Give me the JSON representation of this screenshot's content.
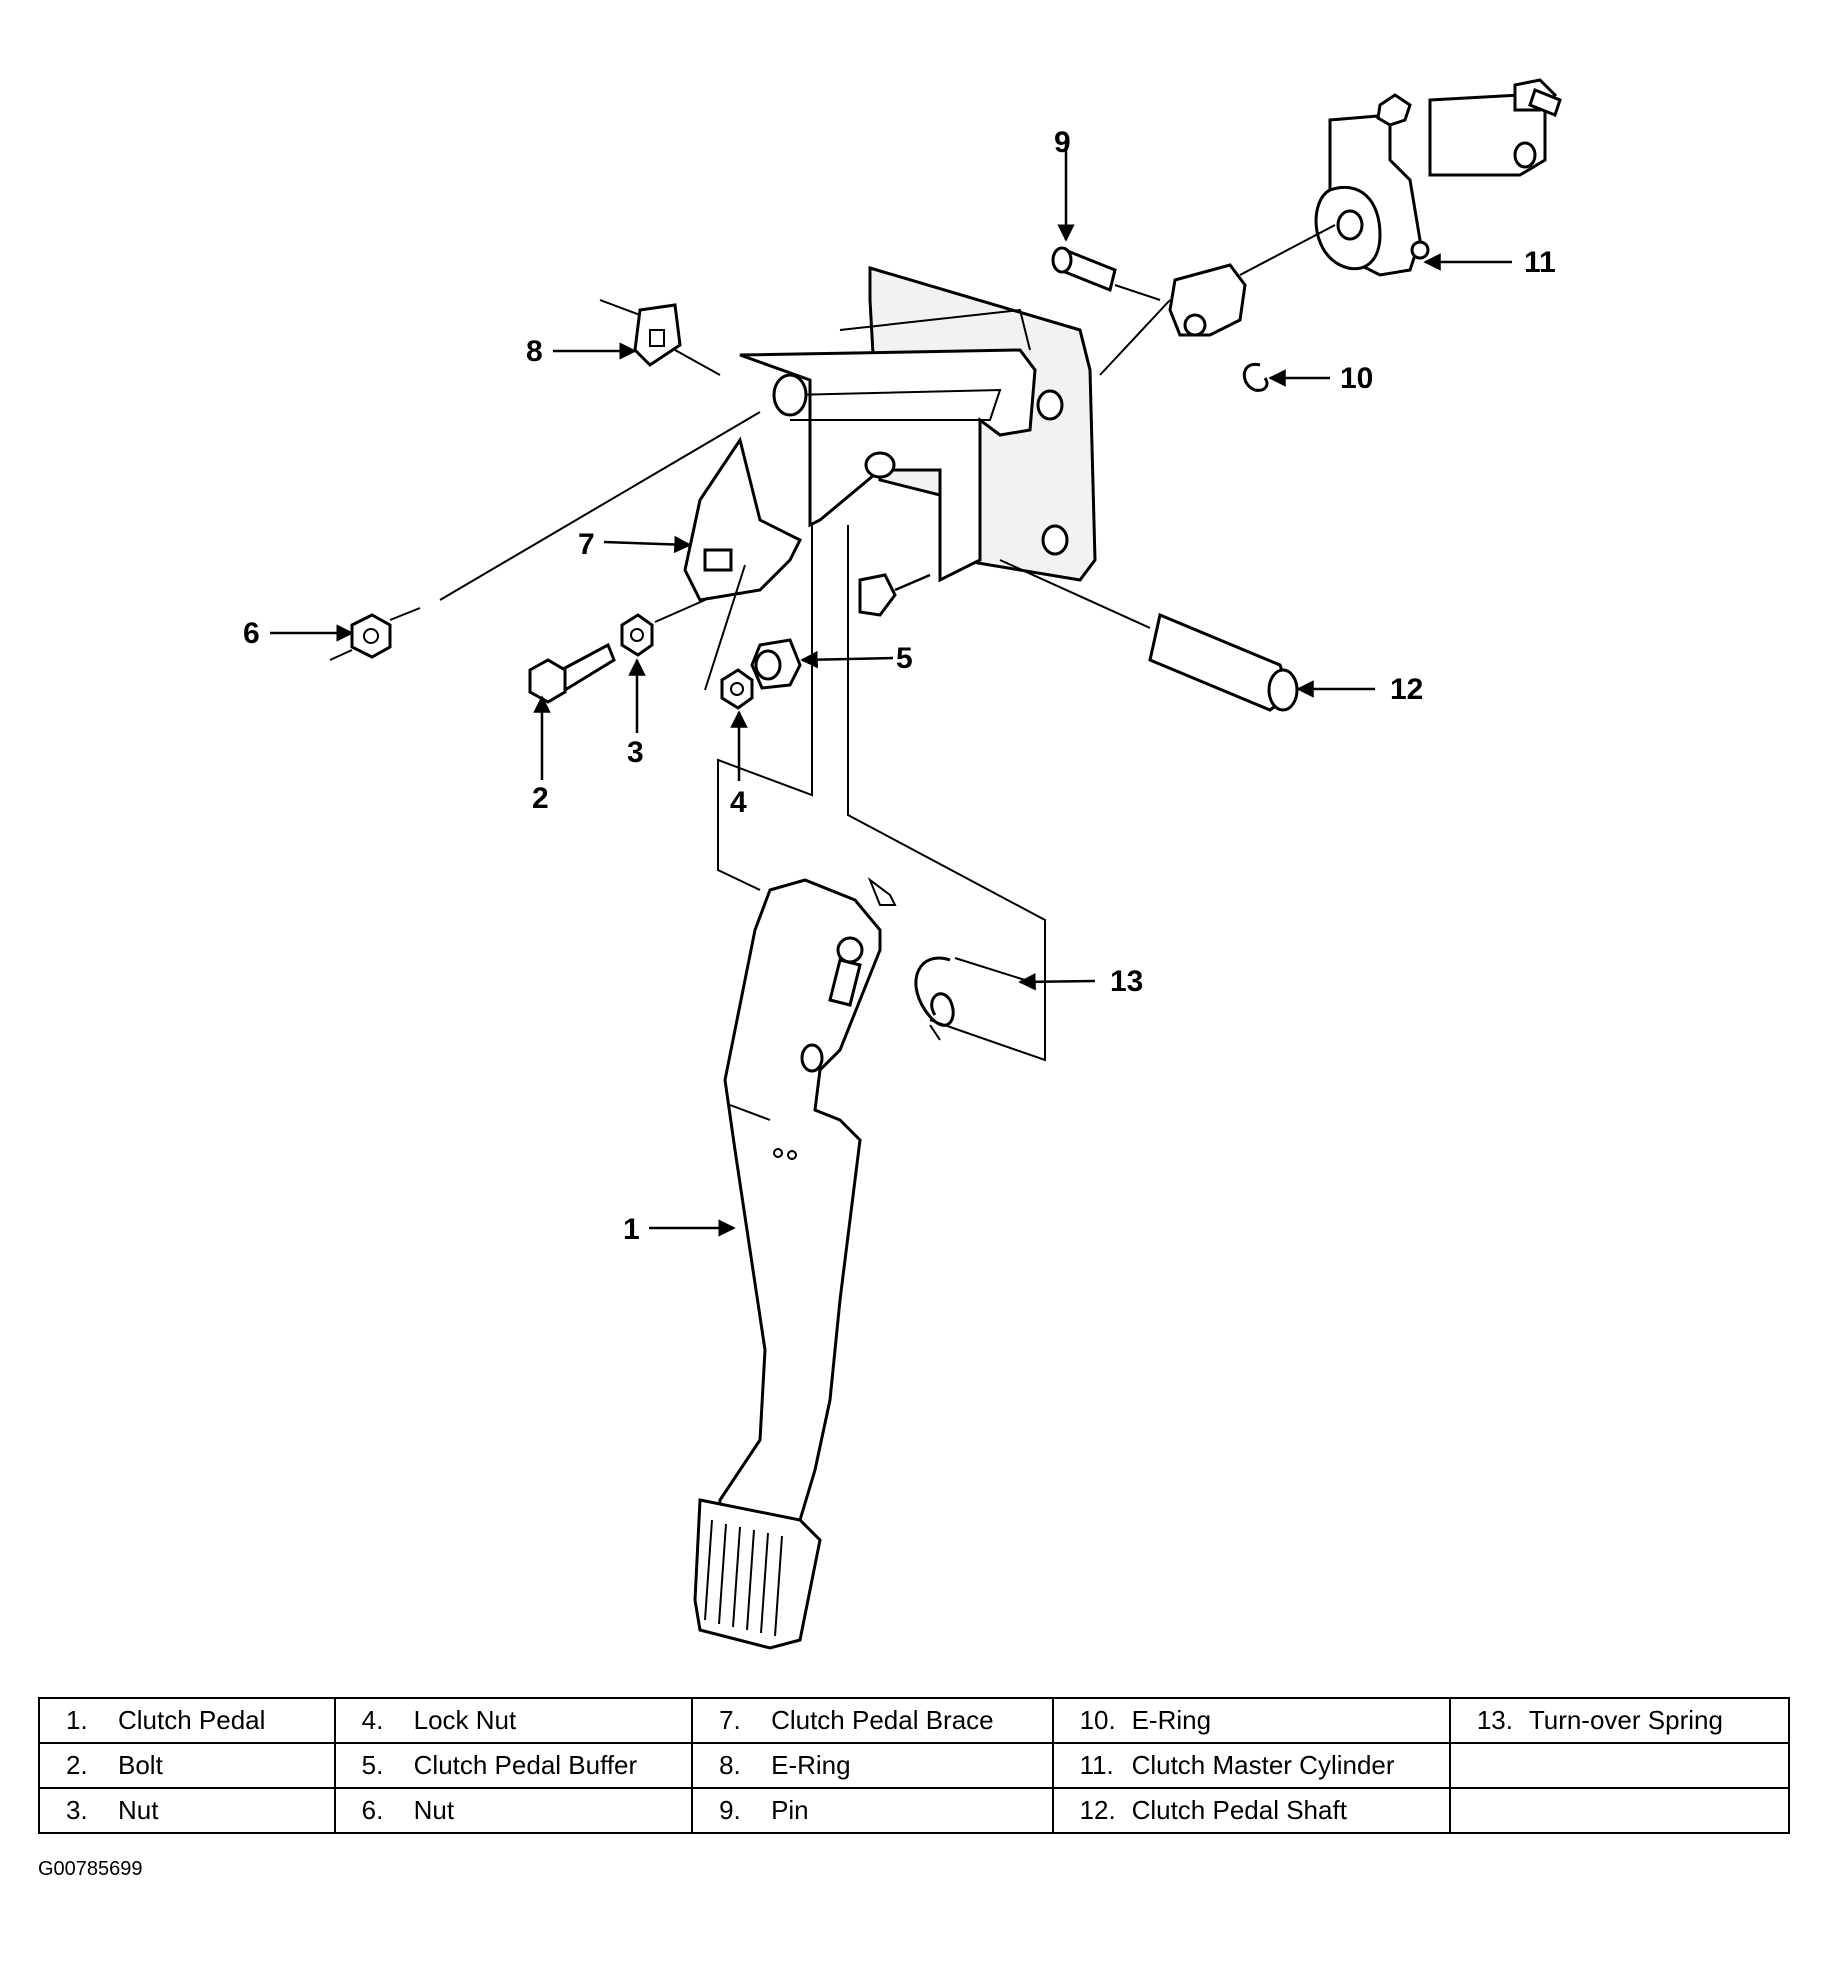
{
  "callouts": [
    "1",
    "2",
    "3",
    "4",
    "5",
    "6",
    "7",
    "8",
    "9",
    "10",
    "11",
    "12",
    "13"
  ],
  "legend": [
    [
      {
        "n": "1.",
        "t": "Clutch Pedal"
      },
      {
        "n": "4.",
        "t": "Lock Nut"
      },
      {
        "n": "7.",
        "t": "Clutch Pedal Brace"
      },
      {
        "n": "10.",
        "t": "E-Ring"
      },
      {
        "n": "13.",
        "t": "Turn-over Spring"
      }
    ],
    [
      {
        "n": "2.",
        "t": "Bolt"
      },
      {
        "n": "5.",
        "t": "Clutch Pedal Buffer"
      },
      {
        "n": "8.",
        "t": "E-Ring"
      },
      {
        "n": "11.",
        "t": "Clutch Master Cylinder"
      },
      {
        "n": "",
        "t": ""
      }
    ],
    [
      {
        "n": "3.",
        "t": "Nut"
      },
      {
        "n": "6.",
        "t": "Nut"
      },
      {
        "n": "9.",
        "t": "Pin"
      },
      {
        "n": "12.",
        "t": "Clutch Pedal Shaft"
      },
      {
        "n": "",
        "t": ""
      }
    ]
  ],
  "figure_id": "G00785699"
}
